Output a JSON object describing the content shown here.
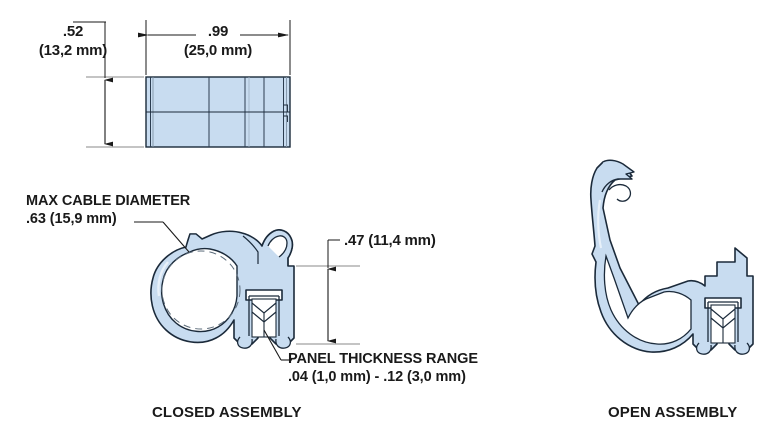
{
  "drawing": {
    "title": "Cable clip cross-section technical drawing",
    "fill_color": "#c8dcf0",
    "outline_color": "#1b2a3a",
    "text_color": "#1a1a1a"
  },
  "dimensions": {
    "height_inch": ".52",
    "height_mm": "(13,2 mm)",
    "width_inch": ".99",
    "width_mm": "(25,0 mm)",
    "depth_inch_mm": ".47 (11,4 mm)"
  },
  "annotations": {
    "max_cable_line1": "MAX CABLE DIAMETER",
    "max_cable_line2": ".63 (15,9 mm)",
    "panel_line1": "PANEL THICKNESS RANGE",
    "panel_line2": ".04 (1,0 mm) - .12 (3,0 mm)"
  },
  "captions": {
    "closed": "CLOSED ASSEMBLY",
    "open": "OPEN ASSEMBLY"
  }
}
